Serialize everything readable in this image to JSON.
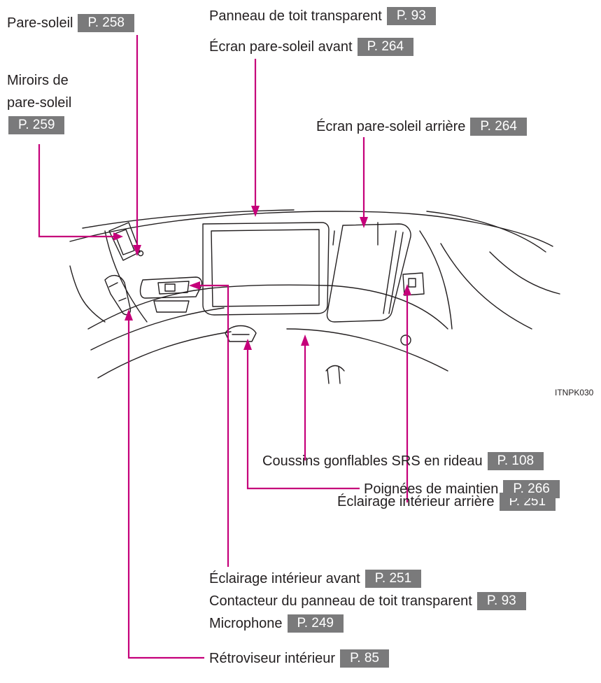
{
  "figure_code": "ITNPK030",
  "colors": {
    "leader_line": "#c5007a",
    "badge_bg": "#7a7a7b",
    "drawing_stroke": "#231f20"
  },
  "labels": {
    "sun_visor": {
      "text": "Pare-soleil",
      "page": "P. 258"
    },
    "vanity_mirrors": {
      "line1": "Miroirs de",
      "line2": "pare-soleil",
      "page": "P. 259"
    },
    "moon_roof_panel": {
      "text": "Panneau de toit transparent",
      "page": "P. 93"
    },
    "front_sunshade": {
      "text": "Écran pare-soleil avant",
      "page": "P. 264"
    },
    "rear_sunshade": {
      "text": "Écran pare-soleil arrière",
      "page": "P. 264"
    },
    "rear_interior_light": {
      "text": "Éclairage intérieur arrière",
      "page": "P. 251"
    },
    "curtain_airbags": {
      "text": "Coussins gonflables SRS en rideau",
      "page": "P. 108"
    },
    "assist_grips": {
      "text": "Poignées de maintien",
      "page": "P. 266"
    },
    "front_interior_light": {
      "text": "Éclairage intérieur avant",
      "page": "P. 251"
    },
    "moon_roof_switch": {
      "text": "Contacteur du panneau de toit transparent",
      "page": "P. 93"
    },
    "microphone": {
      "text": "Microphone",
      "page": "P. 249"
    },
    "rear_view_mirror": {
      "text": "Rétroviseur intérieur",
      "page": "P. 85"
    }
  }
}
